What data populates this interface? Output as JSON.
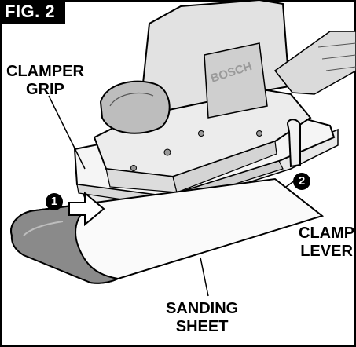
{
  "figure": {
    "label": "FIG. 2",
    "brand": "BOSCH",
    "callouts": {
      "clamper_grip": [
        "CLAMPER",
        "GRIP"
      ],
      "clamp_lever": [
        "CLAMP",
        "LEVER"
      ],
      "sanding_sheet": [
        "SANDING",
        "SHEET"
      ]
    },
    "steps": [
      "1",
      "2"
    ]
  }
}
